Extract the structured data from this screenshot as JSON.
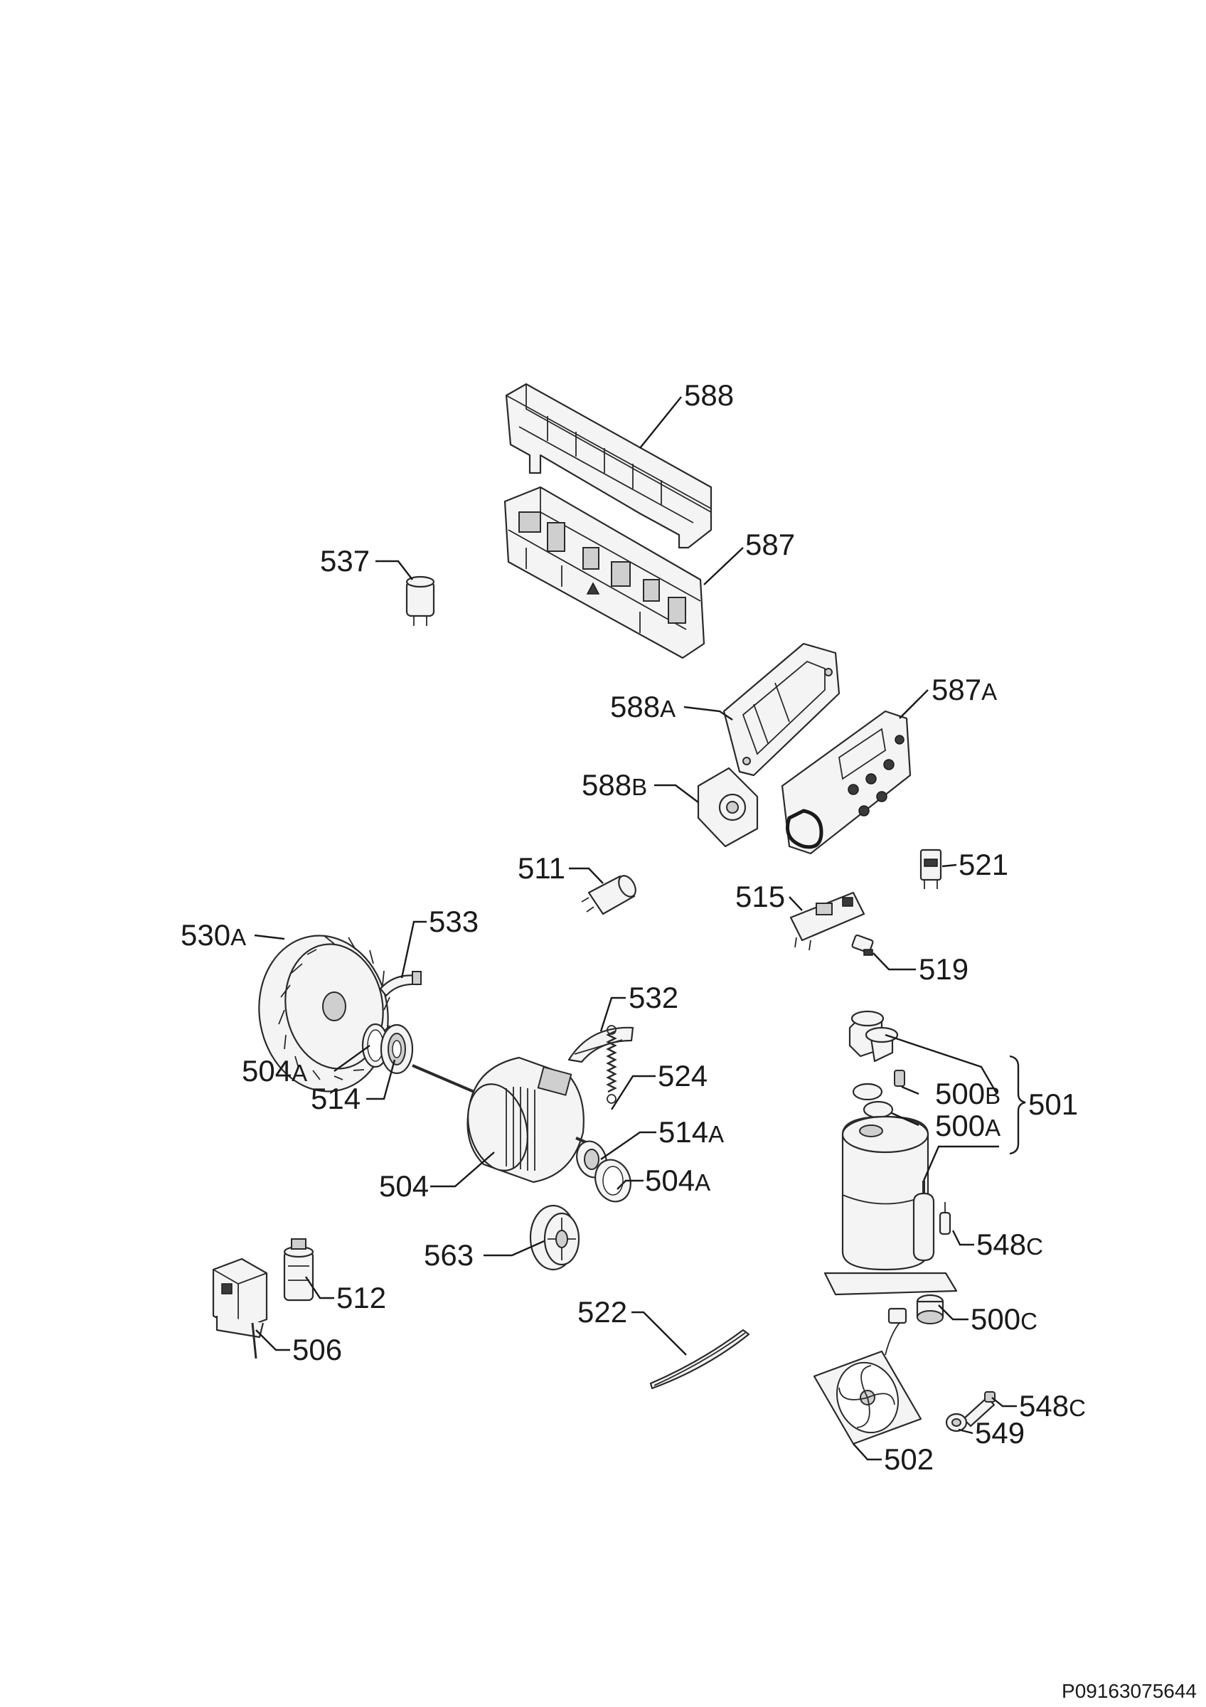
{
  "doc_code": "P09163075644",
  "callouts": [
    {
      "id": "c588",
      "num": "588",
      "sfx": ""
    },
    {
      "id": "c587",
      "num": "587",
      "sfx": ""
    },
    {
      "id": "c537",
      "num": "537",
      "sfx": ""
    },
    {
      "id": "c588a",
      "num": "588",
      "sfx": "A"
    },
    {
      "id": "c587a",
      "num": "587",
      "sfx": "A"
    },
    {
      "id": "c588b",
      "num": "588",
      "sfx": "B"
    },
    {
      "id": "c511",
      "num": "511",
      "sfx": ""
    },
    {
      "id": "c521",
      "num": "521",
      "sfx": ""
    },
    {
      "id": "c515",
      "num": "515",
      "sfx": ""
    },
    {
      "id": "c530a",
      "num": "530",
      "sfx": "A"
    },
    {
      "id": "c533",
      "num": "533",
      "sfx": ""
    },
    {
      "id": "c519",
      "num": "519",
      "sfx": ""
    },
    {
      "id": "c532",
      "num": "532",
      "sfx": ""
    },
    {
      "id": "c504a1",
      "num": "504",
      "sfx": "A"
    },
    {
      "id": "c514",
      "num": "514",
      "sfx": ""
    },
    {
      "id": "c524",
      "num": "524",
      "sfx": ""
    },
    {
      "id": "c500b",
      "num": "500",
      "sfx": "B"
    },
    {
      "id": "c501",
      "num": "501",
      "sfx": ""
    },
    {
      "id": "c514a",
      "num": "514",
      "sfx": "A"
    },
    {
      "id": "c500a",
      "num": "500",
      "sfx": "A"
    },
    {
      "id": "c504",
      "num": "504",
      "sfx": ""
    },
    {
      "id": "c504a2",
      "num": "504",
      "sfx": "A"
    },
    {
      "id": "c548c1",
      "num": "548",
      "sfx": "C"
    },
    {
      "id": "c563",
      "num": "563",
      "sfx": ""
    },
    {
      "id": "c512",
      "num": "512",
      "sfx": ""
    },
    {
      "id": "c500c",
      "num": "500",
      "sfx": "C"
    },
    {
      "id": "c522",
      "num": "522",
      "sfx": ""
    },
    {
      "id": "c506",
      "num": "506",
      "sfx": ""
    },
    {
      "id": "c548c2",
      "num": "548",
      "sfx": "C"
    },
    {
      "id": "c549",
      "num": "549",
      "sfx": ""
    },
    {
      "id": "c502",
      "num": "502",
      "sfx": ""
    }
  ]
}
